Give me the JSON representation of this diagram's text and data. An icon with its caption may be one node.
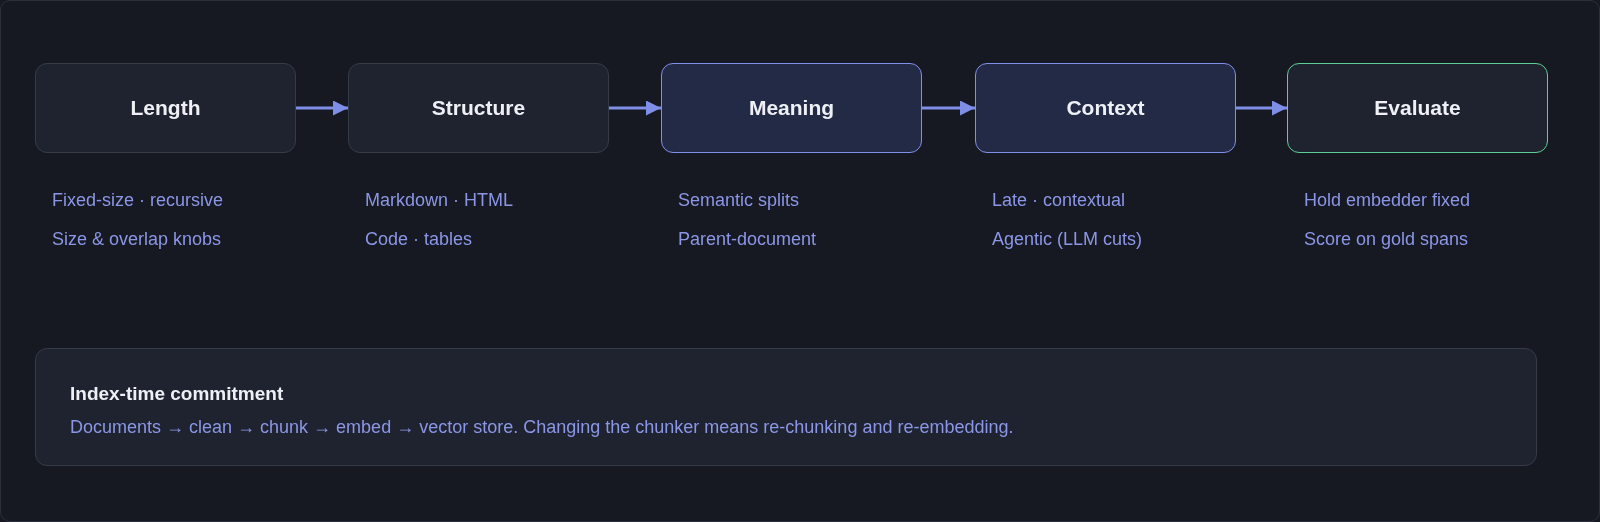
{
  "diagram": {
    "nodes": [
      {
        "text": [
          "Length"
        ],
        "beside": [
          "Fixed-size · recursive",
          "Size & overlap knobs"
        ]
      },
      {
        "text": [
          "Structure"
        ],
        "beside": [
          "Markdown · HTML",
          "Code · tables"
        ]
      },
      {
        "text": [
          "Meaning"
        ],
        "beside": [
          "Semantic splits",
          "Parent-document"
        ]
      },
      {
        "text": [
          "Context"
        ],
        "beside": [
          "Late · contextual",
          "Agentic (LLM cuts)"
        ]
      },
      {
        "text": [
          "Evaluate"
        ],
        "beside": [
          "Hold embedder fixed",
          "Score on gold spans"
        ]
      },
      {
        "text": [
          "Index-time commitment",
          "Documents → clean → chunk → embed → vector store. Changing the chunker means re-chunking and re-embedding."
        ]
      }
    ],
    "edges": [
      {
        "from": 0,
        "to": 1,
        "arrow": "to"
      },
      {
        "from": 1,
        "to": 2,
        "arrow": "to"
      },
      {
        "from": 2,
        "to": 3,
        "arrow": "to"
      },
      {
        "from": 3,
        "to": 4,
        "arrow": "to"
      }
    ]
  }
}
